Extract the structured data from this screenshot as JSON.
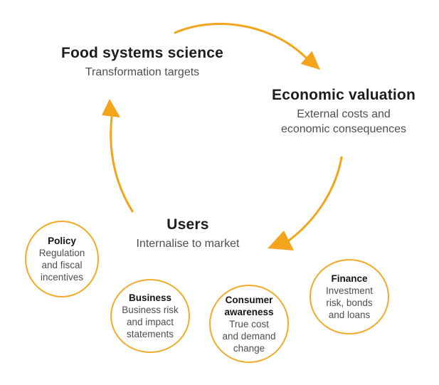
{
  "colors": {
    "background": "#ffffff",
    "arrow_accent": "#F2A51C",
    "ring_stroke": "#F2AB29",
    "title_text": "#1d1d1d",
    "subtitle_text": "#4e4e4e"
  },
  "nodes": {
    "food": {
      "title": "Food systems science",
      "subtitle": "Transformation targets"
    },
    "economic": {
      "title": "Economic valuation",
      "subtitle": "External costs and\neconomic consequences"
    },
    "users": {
      "title": "Users",
      "subtitle": "Internalise to market"
    }
  },
  "rings": {
    "policy": {
      "title": "Policy",
      "body": "Regulation\nand fiscal\nincentives"
    },
    "business": {
      "title": "Business",
      "body": "Business risk\nand impact\nstatements"
    },
    "consumer": {
      "title": "Consumer\nawareness",
      "body": "True cost\nand demand\nchange"
    },
    "finance": {
      "title": "Finance",
      "body": "Investment\nrisk, bonds\nand loans"
    }
  }
}
